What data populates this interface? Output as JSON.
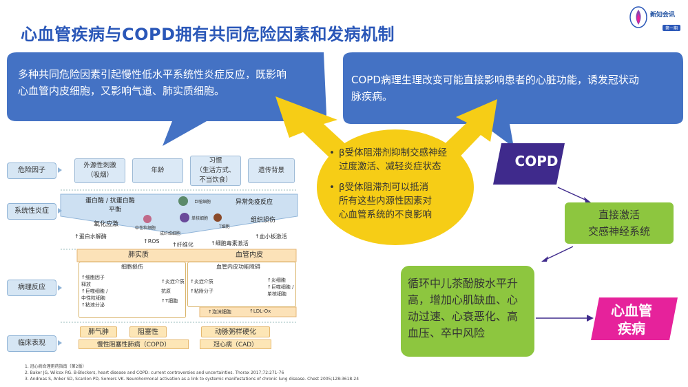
{
  "title": "心血管疾病与COPD拥有共同危险因素和发病机制",
  "logo": {
    "name": "新知会讯",
    "sub": "",
    "tag": "第一期"
  },
  "bubble_left": {
    "lines": [
      "多种共同危险因素引起慢性低水平系统性炎症反应，既影响",
      "心血管内皮细胞，又影响气道、肺实质细胞。"
    ]
  },
  "bubble_right": {
    "lines": [
      "COPD病理生理改变可能直接影响患者的心脏功能，诱发冠状动",
      "脉疾病。"
    ]
  },
  "center": {
    "point1": {
      "line1": "β受体阻滞剂抑制交感神经",
      "line2": "过度激活、减轻炎症状态"
    },
    "point2": {
      "line1": "β受体阻滞剂可以抵消",
      "line2": "所有这些内源性因素对",
      "line3": "心血管系统的不良影响"
    }
  },
  "copd_label": "COPD",
  "sympathetic": {
    "line1": "直接激活",
    "line2": "交感神经系统"
  },
  "catecholamine": {
    "line1": "循环中儿茶酚胺水平升",
    "line2": "高，增加心肌缺血、心",
    "line3": "动过速、心衰恶化、高",
    "line4": "血压、卒中风险"
  },
  "cvd": {
    "line1": "心血管",
    "line2": "疾病"
  },
  "diagram": {
    "row_labels": {
      "risk": "危险因子",
      "inflammation": "系统性炎症",
      "pathology": "病理反应",
      "clinical": "临床表现"
    },
    "risk_factors": {
      "smoke": {
        "line1": "外源性刺激",
        "line2": "（吸烟）"
      },
      "age": "年龄",
      "habit": {
        "line1": "习惯",
        "line2": "（生活方式、",
        "line3": "不当饮食）"
      },
      "genetic": "遗传背景"
    },
    "inflam": {
      "protease": "蛋白酶 / 抗蛋白酶",
      "balance": "平衡",
      "oxidative": "氧化应激",
      "immune": "异常免疫反应",
      "injury": "组织损伤",
      "macrophage": "巨噬细胞",
      "neutrophil": "中性粒细胞",
      "monocyte": "单核细胞",
      "tcell": "T细胞",
      "fibroblast": "成纤维细胞"
    },
    "arrows": {
      "a1": "蛋白水解酶",
      "a2": "ROS",
      "a3": "纤维化",
      "a4": "细胞毒素激活",
      "a5": "血小板激活"
    },
    "lung": "肺实质",
    "endo": "血管内皮",
    "lung_box": {
      "title": "细胞损伤",
      "c1": "细胞因子",
      "c2": "释放",
      "c3": "巨噬细胞 /",
      "c4": "中性粒细胞",
      "c5": "粘液分泌",
      "c6": "炎症介质",
      "c7": "抗原",
      "c8": "T细胞"
    },
    "endo_box": {
      "title": "血管内皮功能障碍",
      "e1": "炎症介质",
      "e2": "粘附分子",
      "e3": "泡沫细胞",
      "e4": "炎细胞",
      "e5": "巨噬细胞 /",
      "e6": "单核细胞",
      "e7": "LDL-Ox"
    },
    "clinical": {
      "emphysema": "肺气肿",
      "obstruction": "阻塞性",
      "athero": "动脉粥样硬化",
      "copd": "慢性阻塞性肺病（COPD）",
      "cad": "冠心病（CAD）"
    }
  },
  "references": {
    "r1": "1. 冠心病合理用药指南（第2版）",
    "r2": "2. Baker JG, Wilcox RG. B-Blockers, heart disease and COPD: current controversies and uncertainties. Thorax 2017;72:271-76",
    "r3": "3. Andreas S, Anker SD, Scanlon PD, Somers VK. Neurohormonal activation as a link to systemic manifestations of chronic lung disease. Chest 2005;128:3618-24"
  },
  "colors": {
    "title": "#2a57b8",
    "bubble": "#4472c4",
    "ellipse": "#f6cd16",
    "arrow": "#f6cd16",
    "copd_box": "#3f2a8c",
    "green": "#8dc63f",
    "cvd": "#e6229b"
  }
}
